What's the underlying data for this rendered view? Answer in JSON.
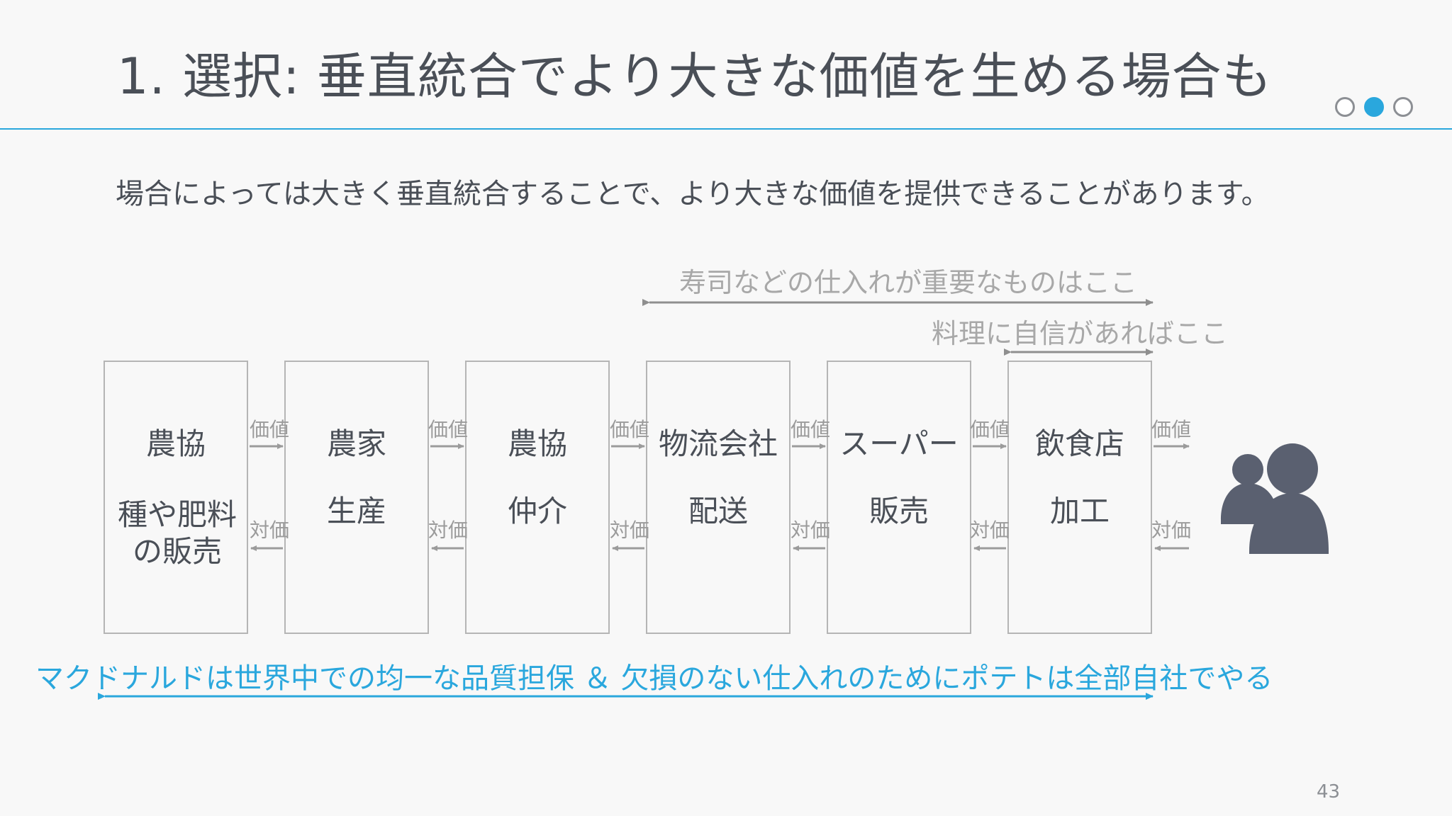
{
  "title": "1. 選択: 垂直統合でより大きな価値を生める場合も",
  "subtitle": "場合によっては大きく垂直統合することで、より大きな価値を提供できることがあります。",
  "notes": {
    "sushi": "寿司などの仕入れが重要なものはここ",
    "cooking": "料理に自信があればここ",
    "mcdonalds": "マクドナルドは世界中での均一な品質担保 ＆ 欠損のない仕入れのためにポテトは全部自社でやる"
  },
  "pager": {
    "count": 3,
    "active_index": 1
  },
  "flow_labels": {
    "value": "価値",
    "payment": "対価"
  },
  "chain": [
    {
      "name": "農協",
      "role": "種や肥料の販売"
    },
    {
      "name": "農家",
      "role": "生産"
    },
    {
      "name": "農協",
      "role": "仲介"
    },
    {
      "name": "物流会社",
      "role": "配送"
    },
    {
      "name": "スーパー",
      "role": "販売"
    },
    {
      "name": "飲食店",
      "role": "加工"
    }
  ],
  "icons": {
    "customers": "people-icon"
  },
  "colors": {
    "accent": "#2aa7dd",
    "text": "#4a4f57",
    "note": "#a8a8a8",
    "icon": "#5a6070"
  },
  "page_number": "43"
}
